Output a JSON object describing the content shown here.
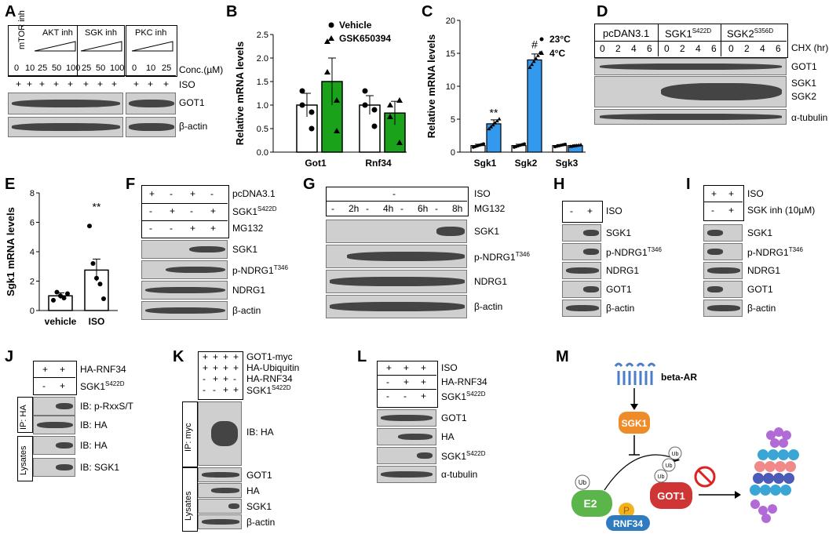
{
  "panels": {
    "A": {
      "letter": "A",
      "groups": [
        "mTOR inh",
        "AKT inh",
        "SGK inh",
        "PKC inh"
      ],
      "conc_label": "Conc.(µM)",
      "conc_values": [
        "0",
        "10",
        "25",
        "50",
        "100",
        "25",
        "50",
        "100",
        "0",
        "10",
        "25"
      ],
      "iso_label": "ISO",
      "iso_values": [
        "+",
        "+",
        "+",
        "+",
        "+",
        "+",
        "+",
        "+",
        "+",
        "+",
        "+"
      ],
      "blots": [
        "GOT1",
        "β-actin"
      ]
    },
    "B": {
      "letter": "B",
      "ylabel": "Relative mRNA levels",
      "legend": [
        "Vehicle",
        "GSK650394"
      ]
    },
    "C": {
      "letter": "C",
      "ylabel": "Relative mRNA levels",
      "legend": [
        "23°C",
        "4°C"
      ],
      "sig1": "**",
      "sig2": "#"
    },
    "D": {
      "letter": "D",
      "groups": [
        "pcDAN3.1",
        "SGK1",
        "SGK2"
      ],
      "group_sups": [
        "",
        "S422D",
        "S356D"
      ],
      "chx_label": "CHX (hr)",
      "chx_values": [
        "0",
        "2",
        "4",
        "6",
        "0",
        "2",
        "4",
        "6",
        "0",
        "2",
        "4",
        "6"
      ],
      "blots": [
        "GOT1",
        "SGK1",
        "SGK2",
        "α-tubulin"
      ]
    },
    "E": {
      "letter": "E",
      "ylabel": "Sgk1 mRNA levels",
      "sig": "**"
    },
    "F": {
      "letter": "F",
      "rows": [
        {
          "label": "pcDNA3.1",
          "sup": "",
          "values": [
            "+",
            "-",
            "+",
            "-"
          ]
        },
        {
          "label": "SGK1",
          "sup": "S422D",
          "values": [
            "-",
            "+",
            "-",
            "+"
          ]
        },
        {
          "label": "MG132",
          "sup": "",
          "values": [
            "-",
            "-",
            "+",
            "+"
          ]
        }
      ],
      "blots": [
        {
          "label": "SGK1",
          "sup": ""
        },
        {
          "label": "p-NDRG1",
          "sup": "T346"
        },
        {
          "label": "NDRG1",
          "sup": ""
        },
        {
          "label": "β-actin",
          "sup": ""
        }
      ]
    },
    "G": {
      "letter": "G",
      "iso_label": "ISO",
      "iso_value": "-",
      "mg_label": "MG132",
      "mg_values": [
        "-",
        "2h",
        "-",
        "4h",
        "-",
        "6h",
        "-",
        "8h"
      ],
      "blots": [
        {
          "label": "SGK1",
          "sup": ""
        },
        {
          "label": "p-NDRG1",
          "sup": "T346"
        },
        {
          "label": "NDRG1",
          "sup": ""
        },
        {
          "label": "β-actin",
          "sup": ""
        }
      ]
    },
    "H": {
      "letter": "H",
      "iso_label": "ISO",
      "iso_values": [
        "-",
        "+"
      ],
      "blots": [
        {
          "label": "SGK1",
          "sup": ""
        },
        {
          "label": "p-NDRG1",
          "sup": "T346"
        },
        {
          "label": "NDRG1",
          "sup": ""
        },
        {
          "label": "GOT1",
          "sup": ""
        },
        {
          "label": "β-actin",
          "sup": ""
        }
      ]
    },
    "I": {
      "letter": "I",
      "iso_label": "ISO",
      "iso_values": [
        "+",
        "+"
      ],
      "sgk_label": "SGK inh (10µM)",
      "sgk_values": [
        "-",
        "+"
      ],
      "blots": [
        {
          "label": "SGK1",
          "sup": ""
        },
        {
          "label": "p-NDRG1",
          "sup": "T346"
        },
        {
          "label": "NDRG1",
          "sup": ""
        },
        {
          "label": "GOT1",
          "sup": ""
        },
        {
          "label": "β-actin",
          "sup": ""
        }
      ]
    },
    "J": {
      "letter": "J",
      "rows": [
        {
          "label": "HA-RNF34",
          "sup": "",
          "values": [
            "+",
            "+"
          ]
        },
        {
          "label": "SGK1",
          "sup": "S422D",
          "values": [
            "-",
            "+"
          ]
        }
      ],
      "ip_label": "IP: HA",
      "lys_label": "Lysates",
      "blots": [
        "IB: p-RxxS/T",
        "IB: HA",
        "IB: HA",
        "IB: SGK1"
      ]
    },
    "K": {
      "letter": "K",
      "rows": [
        {
          "label": "GOT1-myc",
          "sup": "",
          "values": [
            "+",
            "+",
            "+",
            "+"
          ]
        },
        {
          "label": "HA-Ubiquitin",
          "sup": "",
          "values": [
            "+",
            "+",
            "+",
            "+"
          ]
        },
        {
          "label": "HA-RNF34",
          "sup": "",
          "values": [
            "-",
            "+",
            "+",
            "-"
          ]
        },
        {
          "label": "SGK1",
          "sup": "S422D",
          "values": [
            "-",
            "-",
            "+",
            "+"
          ]
        }
      ],
      "ip_label": "IP: myc",
      "ip_blot": "IB: HA",
      "lys_label": "Lysates",
      "blots": [
        "GOT1",
        "HA",
        "SGK1",
        "β-actin"
      ]
    },
    "L": {
      "letter": "L",
      "rows": [
        {
          "label": "ISO",
          "sup": "",
          "values": [
            "+",
            "+",
            "+"
          ]
        },
        {
          "label": "HA-RNF34",
          "sup": "",
          "values": [
            "-",
            "+",
            "+"
          ]
        },
        {
          "label": "SGK1",
          "sup": "S422D",
          "values": [
            "-",
            "-",
            "+"
          ]
        }
      ],
      "blots": [
        {
          "label": "GOT1",
          "sup": ""
        },
        {
          "label": "HA",
          "sup": ""
        },
        {
          "label": "SGK1",
          "sup": "S422D"
        },
        {
          "label": "α-tubulin",
          "sup": ""
        }
      ]
    },
    "M": {
      "letter": "M",
      "receptor": "beta-AR",
      "kinase": "SGK1",
      "e2": "E2",
      "p": "P",
      "ligase": "RNF34",
      "substrate": "GOT1",
      "ub": "Ub"
    }
  },
  "chart_data": [
    {
      "type": "bar",
      "panel": "B",
      "ylabel": "Relative mRNA levels",
      "categories": [
        "Got1",
        "Rnf34"
      ],
      "ylim": [
        0,
        2.5
      ],
      "yticks": [
        "0.0",
        "0.5",
        "1.0",
        "1.5",
        "2.0",
        "2.5"
      ],
      "series": [
        {
          "name": "Vehicle",
          "values": [
            1.0,
            1.0
          ],
          "errors": [
            0.25,
            0.2
          ],
          "color": "#ffffff",
          "points": [
            [
              1.3,
              0.5,
              1.0,
              0.85
            ],
            [
              1.3,
              0.55,
              1.0,
              0.9
            ]
          ]
        },
        {
          "name": "GSK650394",
          "values": [
            1.5,
            0.83
          ],
          "errors": [
            0.5,
            0.25
          ],
          "color": "#1aa31a",
          "points": [
            [
              2.35,
              0.45,
              1.7,
              1.1
            ],
            [
              1.0,
              0.2,
              0.75,
              1.1
            ]
          ]
        }
      ]
    },
    {
      "type": "bar",
      "panel": "C",
      "ylabel": "Relative mRNA levels",
      "categories": [
        "Sgk1",
        "Sgk2",
        "Sgk3"
      ],
      "ylim": [
        0,
        20
      ],
      "yticks": [
        "0",
        "5",
        "10",
        "15",
        "20"
      ],
      "series": [
        {
          "name": "23°C",
          "values": [
            1.0,
            1.0,
            1.0
          ],
          "errors": [
            0.2,
            0.2,
            0.15
          ],
          "color": "#ffffff"
        },
        {
          "name": "4°C",
          "values": [
            4.3,
            14.0,
            1.0
          ],
          "errors": [
            0.6,
            0.9,
            0.1
          ],
          "color": "#3399ee"
        }
      ]
    },
    {
      "type": "bar",
      "panel": "E",
      "ylabel": "Sgk1 mRNA levels",
      "categories": [
        "vehicle",
        "ISO"
      ],
      "ylim": [
        0,
        8
      ],
      "yticks": [
        "0",
        "2",
        "4",
        "6",
        "8"
      ],
      "values": [
        1.0,
        2.75
      ],
      "errors": [
        0.2,
        0.75
      ],
      "points": [
        [
          0.7,
          1.25,
          1.0,
          0.85,
          1.15
        ],
        [
          5.75,
          3.2,
          2.2,
          1.8,
          0.8
        ]
      ]
    }
  ]
}
